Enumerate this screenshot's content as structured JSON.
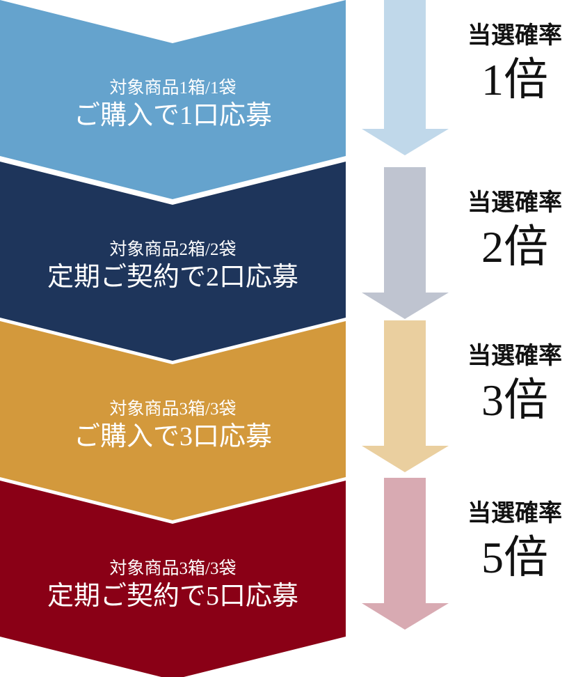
{
  "steps": [
    {
      "sub": "対象商品1箱/1袋",
      "main": "ご購入で1口応募",
      "rate_label": "当選確率",
      "rate": "1倍",
      "color": "#65a3cd",
      "arrow_color": "#c0d8ea"
    },
    {
      "sub": "対象商品2箱/2袋",
      "main": "定期ご契約で2口応募",
      "rate_label": "当選確率",
      "rate": "2倍",
      "color": "#1e355b",
      "arrow_color": "#bfc4d0"
    },
    {
      "sub": "対象商品3箱/3袋",
      "main": "ご購入で3口応募",
      "rate_label": "当選確率",
      "rate": "3倍",
      "color": "#d3993c",
      "arrow_color": "#eacf9f"
    },
    {
      "sub": "対象商品3箱/3袋",
      "main": "定期ご契約で5口応募",
      "rate_label": "当選確率",
      "rate": "5倍",
      "color": "#8a0016",
      "arrow_color": "#d8aab2"
    }
  ]
}
